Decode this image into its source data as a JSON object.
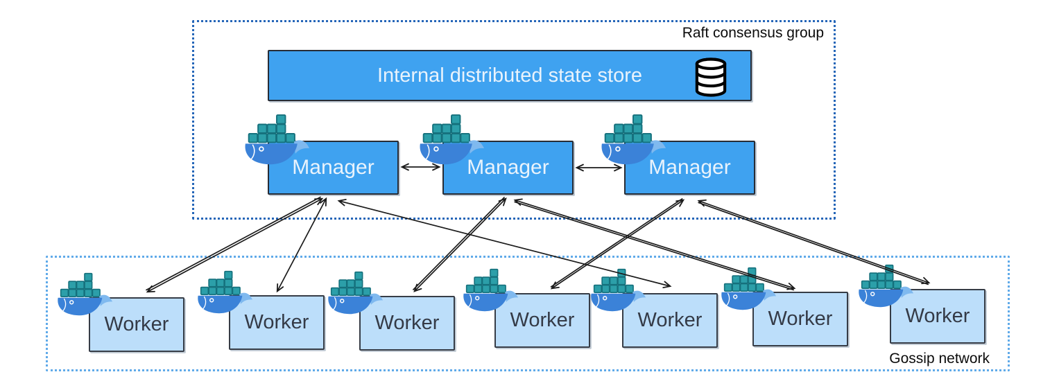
{
  "raft": {
    "label": "Raft consensus group",
    "state_store": {
      "label": "Internal distributed state store",
      "icon": "database-icon"
    },
    "managers": [
      {
        "label": "Manager",
        "icon": "docker-whale-icon"
      },
      {
        "label": "Manager",
        "icon": "docker-whale-icon"
      },
      {
        "label": "Manager",
        "icon": "docker-whale-icon"
      }
    ]
  },
  "gossip": {
    "label": "Gossip network",
    "workers": [
      {
        "label": "Worker",
        "icon": "docker-whale-icon"
      },
      {
        "label": "Worker",
        "icon": "docker-whale-icon"
      },
      {
        "label": "Worker",
        "icon": "docker-whale-icon"
      },
      {
        "label": "Worker",
        "icon": "docker-whale-icon"
      },
      {
        "label": "Worker",
        "icon": "docker-whale-icon"
      },
      {
        "label": "Worker",
        "icon": "docker-whale-icon"
      },
      {
        "label": "Worker",
        "icon": "docker-whale-icon"
      }
    ]
  },
  "colors": {
    "node_blue": "#3FA2F0",
    "worker_blue": "#BCDEFA",
    "raft_border": "#2566B8",
    "gossip_border": "#60AAE9",
    "whale_blue": "#3B82D8",
    "container_teal": "#2C9FA9",
    "arrow_black": "#1B1B1B"
  }
}
